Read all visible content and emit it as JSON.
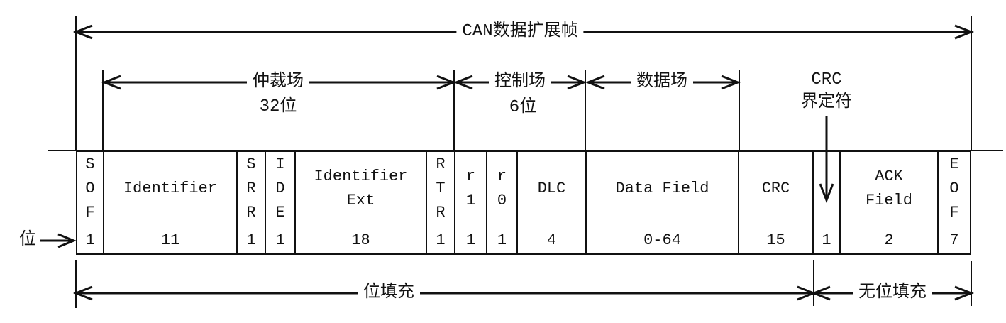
{
  "diagram": {
    "frame_title": "CAN数据扩展帧",
    "bit_axis_label": "位",
    "sections": {
      "arbitration": {
        "label": "仲裁场",
        "bits": "32位"
      },
      "control": {
        "label": "控制场",
        "bits": "6位"
      },
      "data": {
        "label": "数据场"
      }
    },
    "crc_delimiter": {
      "label_line1": "CRC",
      "label_line2": "界定符"
    },
    "stuffing": {
      "stuffed_label": "位填充",
      "unstuffed_label": "无位填充"
    }
  },
  "fields": [
    {
      "name": "SOF",
      "label": "S\nO\nF",
      "bits": "1"
    },
    {
      "name": "Identifier",
      "label": "Identifier",
      "bits": "11"
    },
    {
      "name": "SRR",
      "label": "S\nR\nR",
      "bits": "1"
    },
    {
      "name": "IDE",
      "label": "I\nD\nE",
      "bits": "1"
    },
    {
      "name": "Identifier Ext",
      "label": "Identifier\nExt",
      "bits": "18"
    },
    {
      "name": "RTR",
      "label": "R\nT\nR",
      "bits": "1"
    },
    {
      "name": "r1",
      "label": "r\n1",
      "bits": "1"
    },
    {
      "name": "r0",
      "label": "r\n0",
      "bits": "1"
    },
    {
      "name": "DLC",
      "label": "DLC",
      "bits": "4"
    },
    {
      "name": "Data Field",
      "label": "Data Field",
      "bits": "0-64"
    },
    {
      "name": "CRC",
      "label": "CRC",
      "bits": "15"
    },
    {
      "name": "CRC Delimiter",
      "label": "",
      "bits": "1"
    },
    {
      "name": "ACK Field",
      "label": "ACK\nField",
      "bits": "2"
    },
    {
      "name": "EOF",
      "label": "E\nO\nF",
      "bits": "7"
    }
  ]
}
